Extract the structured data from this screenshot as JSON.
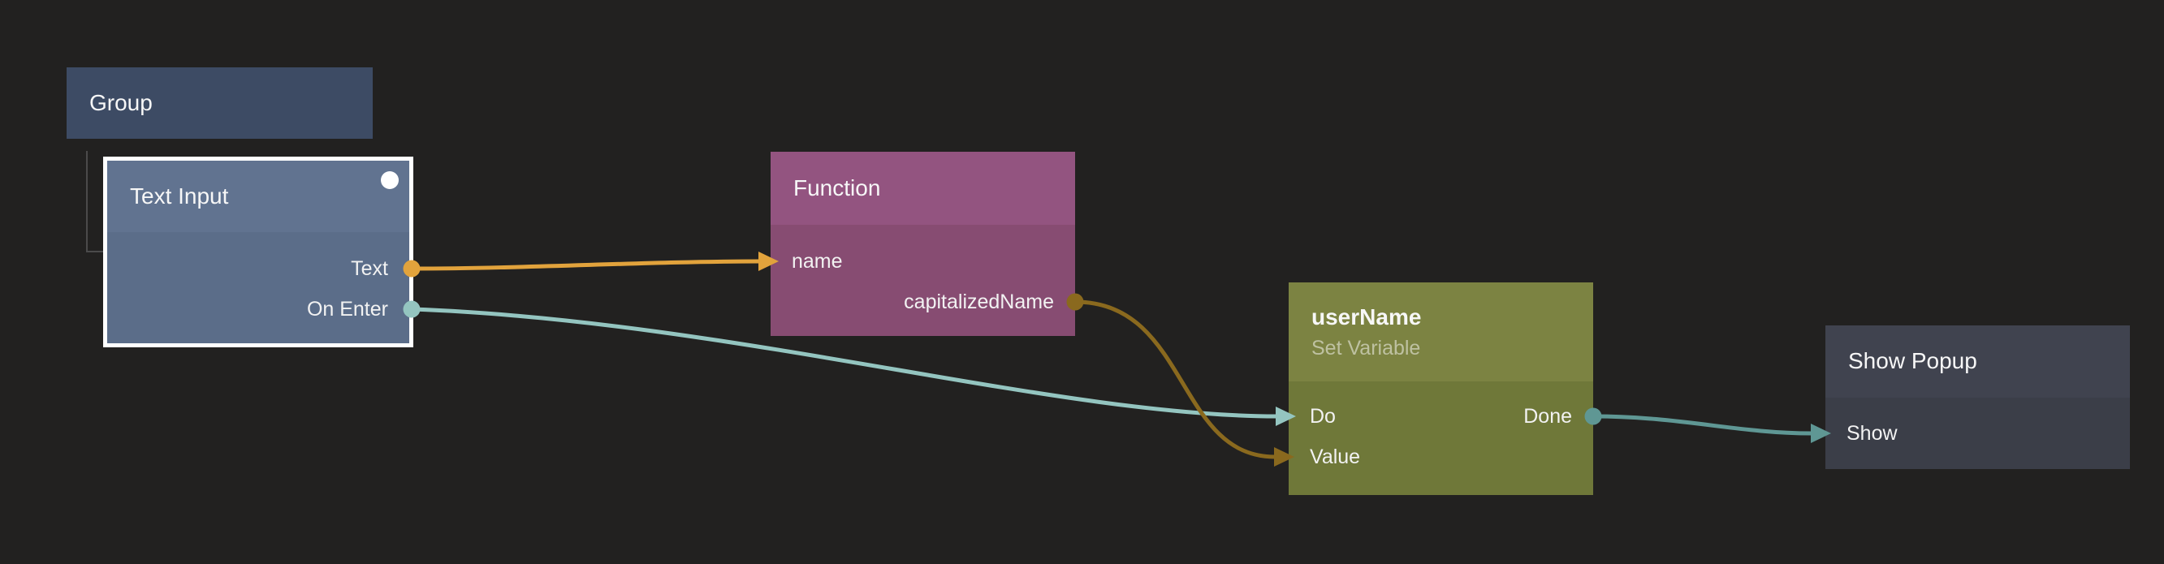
{
  "canvas": {
    "background": "#222120"
  },
  "colors": {
    "wire_orange": "#e2a33c",
    "wire_gold_dark": "#8a691e",
    "wire_teal_light": "#94c5c0",
    "wire_teal_dark": "#5f9794",
    "selection_border": "#ffffff",
    "group_fill": "#3d4b64",
    "text_input_header": "#617390",
    "text_input_body": "#5b6d89",
    "function_header": "#935480",
    "function_body": "#874c72",
    "variable_header": "#7c8342",
    "variable_body": "#6f7839",
    "popup_header": "#40434f",
    "popup_body": "#3b3e48",
    "tree_line": "#4b4b4b"
  },
  "nodes": {
    "group": {
      "title": "Group"
    },
    "text_input": {
      "title": "Text Input",
      "selected": true,
      "outputs": [
        {
          "label": "Text"
        },
        {
          "label": "On Enter"
        }
      ]
    },
    "function": {
      "title": "Function",
      "inputs": [
        {
          "label": "name"
        }
      ],
      "outputs": [
        {
          "label": "capitalizedName"
        }
      ]
    },
    "set_variable": {
      "title": "userName",
      "subtitle": "Set Variable",
      "inputs": [
        {
          "label": "Do"
        },
        {
          "label": "Value"
        }
      ],
      "outputs": [
        {
          "label": "Done"
        }
      ]
    },
    "show_popup": {
      "title": "Show Popup",
      "inputs": [
        {
          "label": "Show"
        }
      ]
    }
  },
  "connections": [
    {
      "from": "Text Input : Text",
      "to": "Function : name"
    },
    {
      "from": "Text Input : On Enter",
      "to": "userName : Do"
    },
    {
      "from": "Function : capitalizedName",
      "to": "userName : Value"
    },
    {
      "from": "userName : Done",
      "to": "Show Popup : Show"
    }
  ]
}
